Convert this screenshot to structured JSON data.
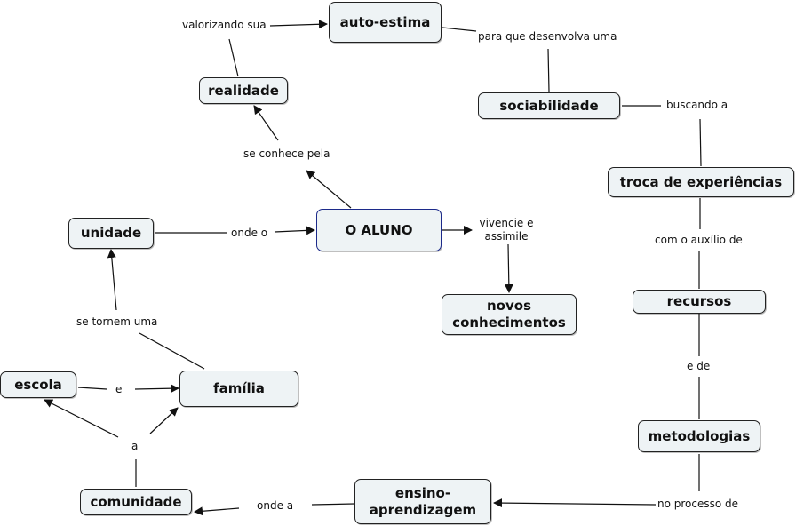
{
  "title": "Concept map: O ALUNO",
  "colors": {
    "node_fill": "#eef3f5",
    "node_border": "#222222",
    "focus_border": "#1c2a8a",
    "line": "#111111"
  },
  "concepts": {
    "auto_estima": "auto-estima",
    "realidade": "realidade",
    "sociabilidade": "sociabilidade",
    "troca": "troca de experiências",
    "o_aluno": "O ALUNO",
    "unidade": "unidade",
    "novos": "novos conhecimentos",
    "recursos": "recursos",
    "escola": "escola",
    "familia": "família",
    "metodologias": "metodologias",
    "comunidade": "comunidade",
    "ensino": "ensino-aprendizagem"
  },
  "links": {
    "valorizando": "valorizando sua",
    "para_que": "para que desenvolva uma",
    "buscando": "buscando a",
    "se_conhece": "se conhece pela",
    "onde_o": "onde o",
    "vivencie": "vivencie e assimile",
    "com_auxilio": "com o auxílio de",
    "se_tornem": "se tornem uma",
    "e_de": "e de",
    "e": "e",
    "a": "a",
    "onde_a": "onde a",
    "no_processo": "no processo de"
  }
}
